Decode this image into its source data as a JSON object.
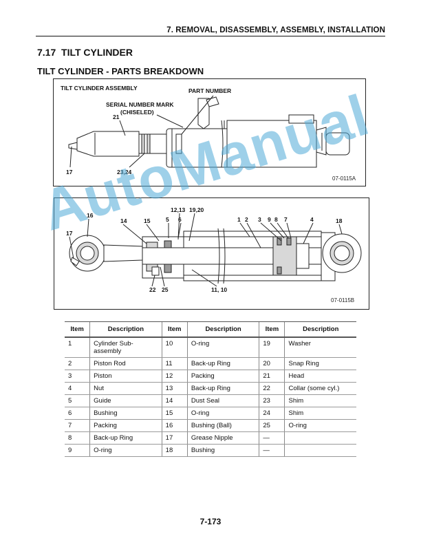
{
  "header": {
    "chapter": "7. REMOVAL, DISASSEMBLY, ASSEMBLY, INSTALLATION"
  },
  "section": {
    "number": "7.17",
    "title": "TILT CYLINDER"
  },
  "subtitle": "TILT CYLINDER - PARTS BREAKDOWN",
  "figure1": {
    "title": "TILT CYLINDER ASSEMBLY",
    "labels": {
      "part_number": "PART NUMBER",
      "serial_mark_1": "SERIAL NUMBER MARK",
      "serial_mark_2": "(CHISELED)",
      "n21": "21",
      "n17": "17",
      "n2324": "23,24"
    },
    "ref": "07-0115A"
  },
  "figure2": {
    "labels": {
      "n16": "16",
      "n14": "14",
      "n15": "15",
      "n5": "5",
      "n6": "6",
      "n1213": "12,13",
      "n1920": "19,20",
      "n1": "1",
      "n2": "2",
      "n3": "3",
      "n9": "9",
      "n8": "8",
      "n7": "7",
      "n4": "4",
      "n18": "18",
      "n17": "17",
      "n22": "22",
      "n25": "25",
      "n1110": "11, 10"
    },
    "ref": "07-0115B"
  },
  "table": {
    "headers": [
      "Item",
      "Description",
      "Item",
      "Description",
      "Item",
      "Description"
    ],
    "rows": [
      [
        "1",
        "Cylinder Sub-assembly",
        "10",
        "O-ring",
        "19",
        "Washer"
      ],
      [
        "2",
        "Piston Rod",
        "11",
        "Back-up Ring",
        "20",
        "Snap Ring"
      ],
      [
        "3",
        "Piston",
        "12",
        "Packing",
        "21",
        "Head"
      ],
      [
        "4",
        "Nut",
        "13",
        "Back-up Ring",
        "22",
        "Collar (some cyl.)"
      ],
      [
        "5",
        "Guide",
        "14",
        "Dust Seal",
        "23",
        "Shim"
      ],
      [
        "6",
        "Bushing",
        "15",
        "O-ring",
        "24",
        "Shim"
      ],
      [
        "7",
        "Packing",
        "16",
        "Bushing (Ball)",
        "25",
        "O-ring"
      ],
      [
        "8",
        "Back-up Ring",
        "17",
        "Grease Nipple",
        "—",
        ""
      ],
      [
        "9",
        "O-ring",
        "18",
        "Bushing",
        "—",
        ""
      ]
    ]
  },
  "watermark": "AutoManual",
  "page_number": "7-173"
}
